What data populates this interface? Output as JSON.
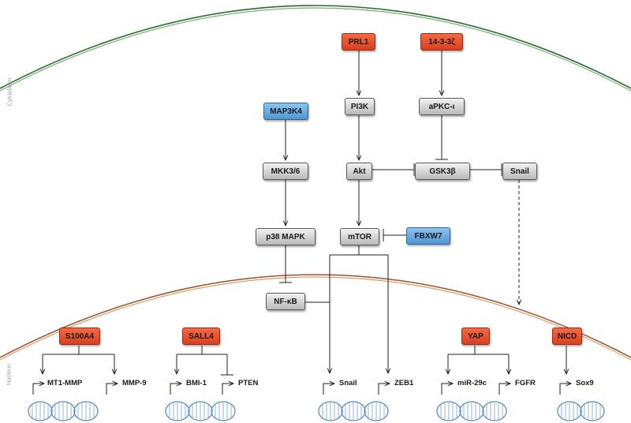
{
  "regions": {
    "cytoplasm": "Cytoplasm",
    "nucleus": "Nucleus"
  },
  "colors": {
    "oncogene": "#e24a28",
    "suppressor": "#5aa0dc",
    "node": "#c8c8c8",
    "cell_membrane": "#2e6b2e",
    "nuclear_membrane": "#a0522d"
  },
  "nodes": {
    "prl1": "PRL1",
    "p1433z": "14-3-3ζ",
    "pi3k": "PI3K",
    "apkc": "aPKC-ι",
    "map3k4": "MAP3K4",
    "mkk36": "MKK3/6",
    "akt": "Akt",
    "gsk3b": "GSK3β",
    "snail_cyto": "Snail",
    "p38": "p38 MAPK",
    "mtor": "mTOR",
    "fbxw7": "FBXW7",
    "nfkb": "NF-κB",
    "s100a4": "S100A4",
    "sall4": "SALL4",
    "yap": "YAP",
    "nicd": "NICD"
  },
  "genes": {
    "mt1mmp": "MT1-MMP",
    "mmp9": "MMP-9",
    "bmi1": "BMI-1",
    "pten": "PTEN",
    "snail": "Snail",
    "zeb1": "ZEB1",
    "mir29c": "miR-29c",
    "fgfr": "FGFR",
    "sox9": "Sox9"
  }
}
